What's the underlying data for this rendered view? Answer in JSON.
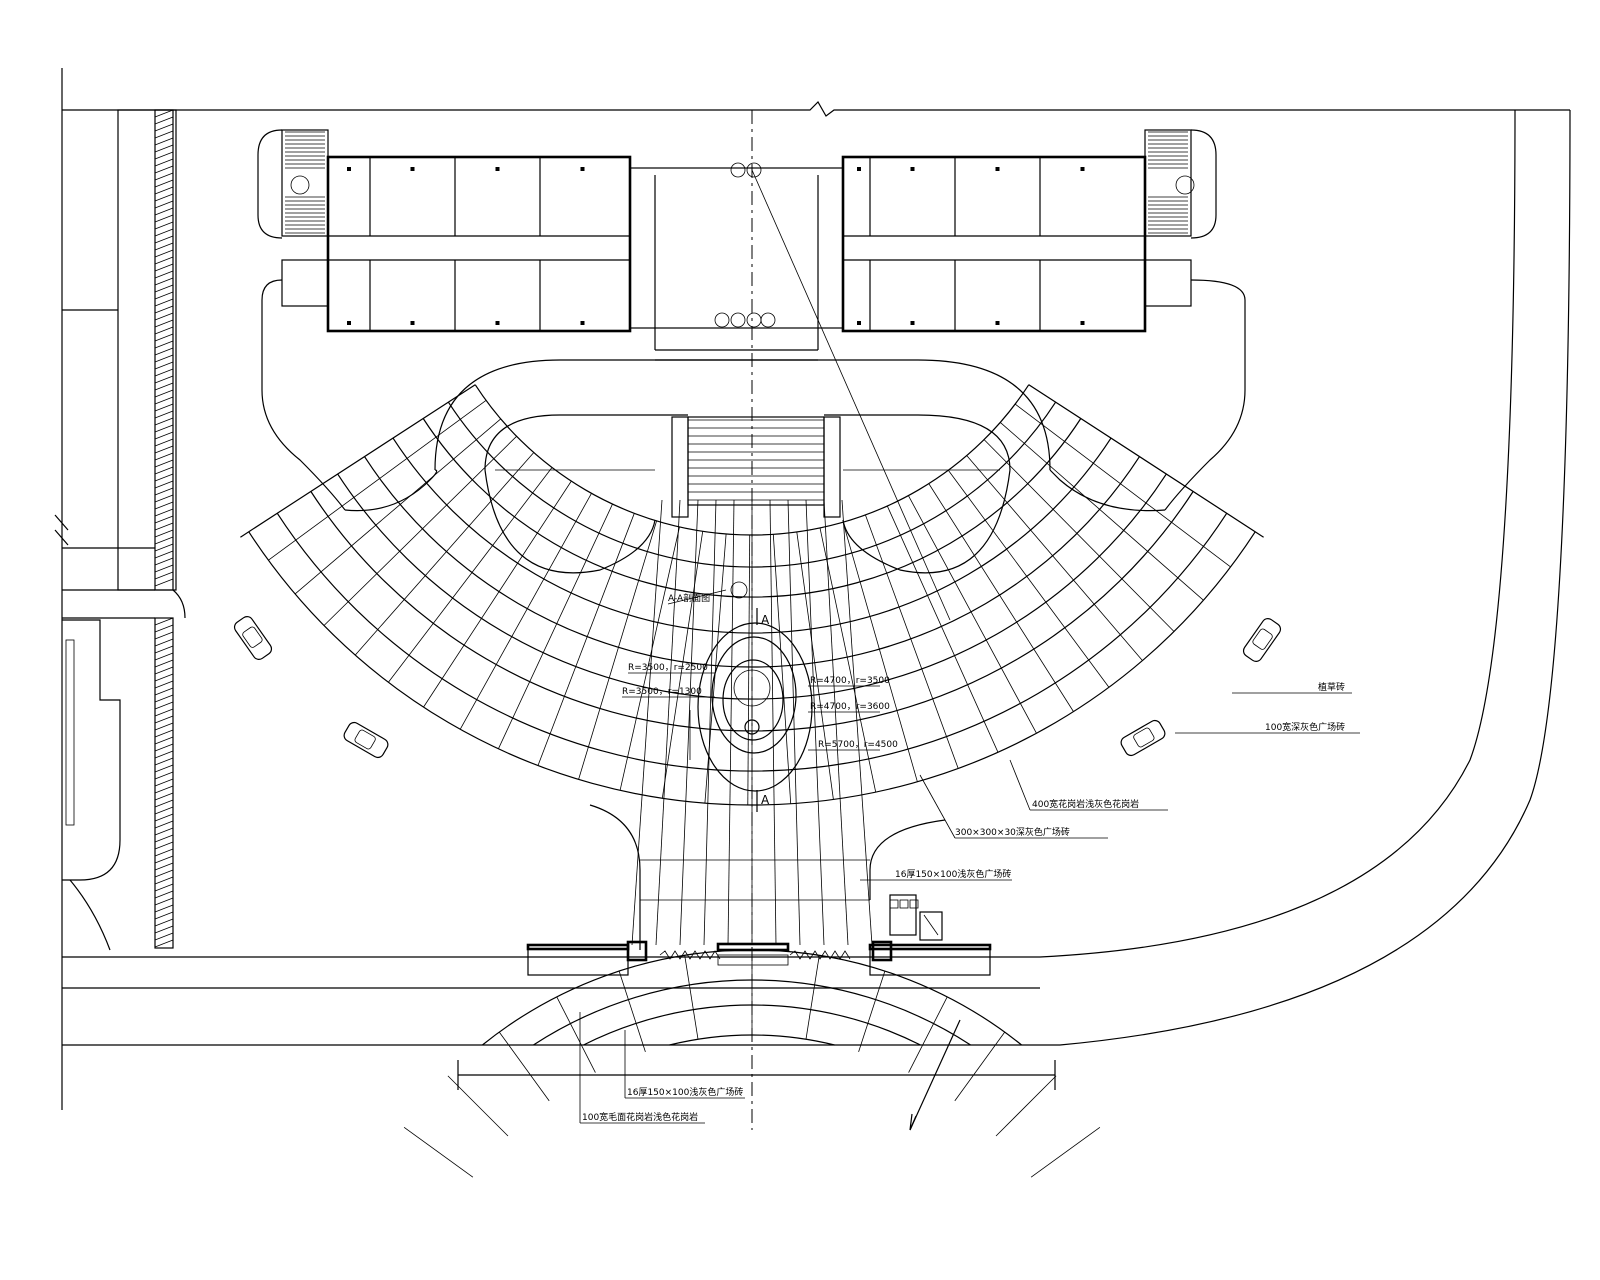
{
  "section_marks": {
    "upper": "A",
    "lower": "A"
  },
  "callouts": {
    "fountain_ref": "A-A剖面图",
    "fountain_r1": "R=3500，r=2500",
    "fountain_r2": "R=3500，r=1300",
    "fountain_r3": "R=4700，r=3500",
    "fountain_r4": "R=4700，r=3600",
    "fountain_r5": "R=5700，r=4500",
    "paving_grass": "植草砖",
    "paving_gray_100": "100宽深灰色广场砖",
    "paving_edge_400": "400宽花岗岩浅灰色花岗岩",
    "paving_deep_300": "300×300×30深灰色广场砖",
    "paving_light_16": "16厚150×100浅灰色广场砖",
    "paving_light_16_lower": "16厚150×100浅灰色广场砖",
    "paving_edge_100": "100宽毛面花岗岩浅色花岗岩"
  },
  "colors": {
    "line": "#000000",
    "background": "#ffffff"
  }
}
